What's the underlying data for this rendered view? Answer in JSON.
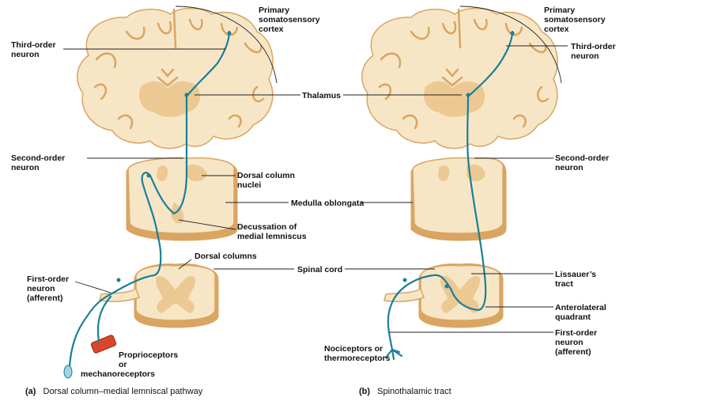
{
  "colors": {
    "tissue": "#f7e6c6",
    "tissue_edge": "#d9a561",
    "gray_matter": "#ecc993",
    "nerve": "#1a7f9a",
    "receptor": "#d9472b",
    "leader": "#222222"
  },
  "panel_a": {
    "caption_letter": "(a)",
    "caption_text": "Dorsal column–medial lemniscal pathway",
    "labels": {
      "primary_cortex": [
        "Primary",
        "somatosensory",
        "cortex"
      ],
      "third_order": [
        "Third-order",
        "neuron"
      ],
      "second_order": [
        "Second-order",
        "neuron"
      ],
      "dorsal_nuclei": [
        "Dorsal column",
        "nuclei"
      ],
      "decussation": [
        "Decussation of",
        "medial lemniscus"
      ],
      "dorsal_columns": [
        "Dorsal columns"
      ],
      "first_order": [
        "First-order",
        "neuron",
        "(afferent)"
      ],
      "receptors": [
        "Proprioceptors",
        "or",
        "mechanoreceptors"
      ]
    }
  },
  "panel_b": {
    "caption_letter": "(b)",
    "caption_text": "Spinothalamic tract",
    "labels": {
      "primary_cortex": [
        "Primary",
        "somatosensory",
        "cortex"
      ],
      "third_order": [
        "Third-order",
        "neuron"
      ],
      "second_order": [
        "Second-order",
        "neuron"
      ],
      "lissauer": [
        "Lissauer’s",
        "tract"
      ],
      "anterolateral": [
        "Anterolateral",
        "quadrant"
      ],
      "first_order": [
        "First-order",
        "neuron",
        "(afferent)"
      ],
      "receptors": [
        "Nociceptors or",
        "thermoreceptors"
      ]
    }
  },
  "shared": {
    "thalamus": "Thalamus",
    "medulla": "Medulla oblongata",
    "spinal_cord": "Spinal cord"
  }
}
